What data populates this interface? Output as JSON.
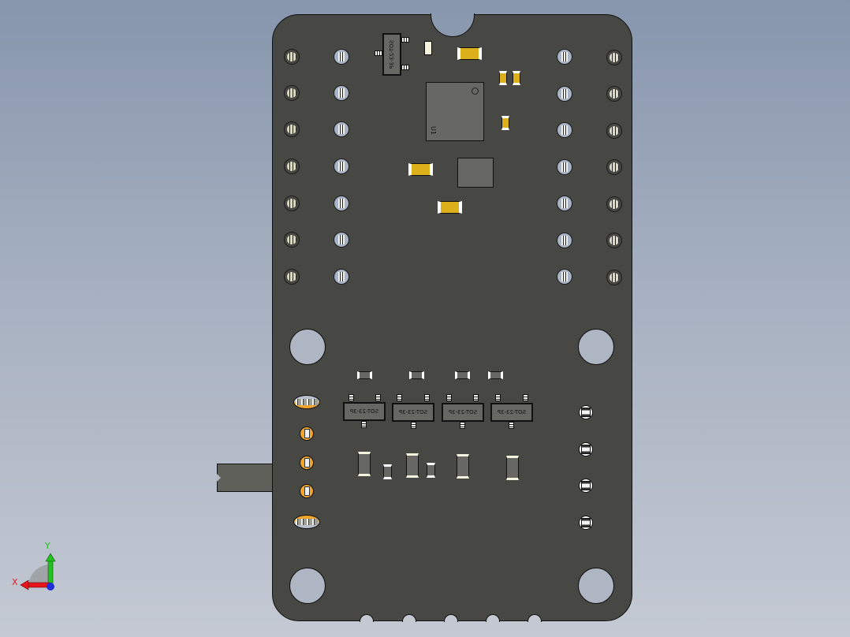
{
  "viewport": {
    "background_top": "#8796ad",
    "background_bottom": "#c4c9d3"
  },
  "board": {
    "color": "#474843",
    "components": {
      "sot23_top": {
        "label": "SOT-23-3P"
      },
      "ic_main": {
        "label": "U1"
      },
      "sot23_row": [
        {
          "label": "SOT-23-3P"
        },
        {
          "label": "SOT-23-3P"
        },
        {
          "label": "SOT-23-3P"
        },
        {
          "label": "SOT-23-3P"
        }
      ]
    },
    "pin_headers": {
      "left_rows": 7,
      "right_rows": 7
    },
    "connector_pads_right": 4,
    "connector_pads_left": 5,
    "bottom_notches": 5,
    "mounting_holes": 4
  },
  "triad": {
    "x_label": "X",
    "y_label": "Y",
    "x_color": "#e8141c",
    "y_color": "#22c021",
    "z_color": "#1f2fd8"
  }
}
